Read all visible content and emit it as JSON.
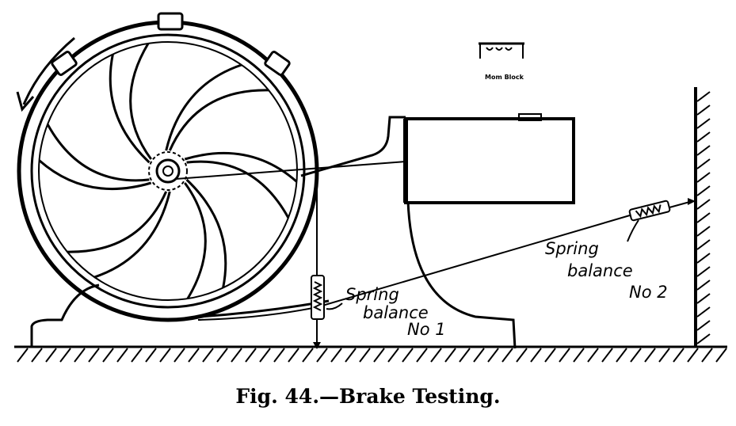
{
  "figure": {
    "caption": "Fig. 44.—Brake Testing."
  },
  "labels": {
    "spring_balance_1": {
      "line1": "Spring",
      "line2": "balance",
      "line3": "No 1"
    },
    "spring_balance_2": {
      "line1": "Spring",
      "line2": "balance",
      "line3": "No 2"
    },
    "small_note": "Mom Block"
  },
  "colors": {
    "ink": "#000000",
    "paper": "#ffffff"
  }
}
